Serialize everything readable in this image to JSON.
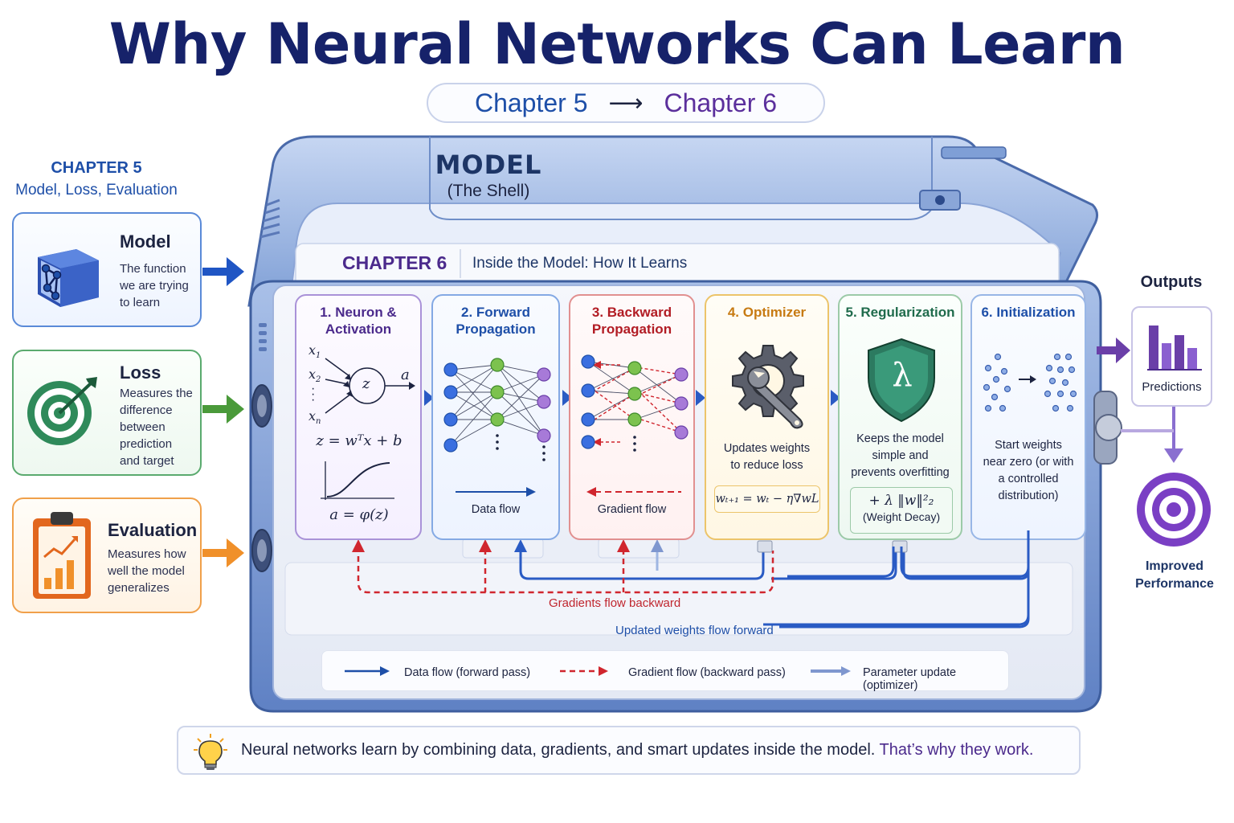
{
  "title": "Why Neural Networks Can Learn",
  "header": {
    "chapter_from": "Chapter 5",
    "arrow": "⟶",
    "chapter_to": "Chapter 6"
  },
  "chapter5": {
    "heading": "CHAPTER 5",
    "subheading": "Model, Loss, Evaluation",
    "cards": [
      {
        "title": "Model",
        "desc": [
          "The function",
          "we are trying",
          "to learn"
        ],
        "icon": "cube-network-icon"
      },
      {
        "title": "Loss",
        "desc": [
          "Measures the",
          "difference",
          "between",
          "prediction",
          "and target"
        ],
        "icon": "target-icon"
      },
      {
        "title": "Evaluation",
        "desc": [
          "Measures how",
          "well the model",
          "generalizes"
        ],
        "icon": "clipboard-chart-icon"
      }
    ]
  },
  "model": {
    "title": "MODEL",
    "subtitle": "(The Shell)"
  },
  "chapter6": {
    "heading": "CHAPTER 6",
    "subheading": "Inside the Model: How It Learns"
  },
  "steps": [
    {
      "title": "1. Neuron &",
      "title2": "Activation",
      "formula1": "z = wᵀx + b",
      "formula2": "a = φ(z)",
      "x1": "x",
      "x2": "x",
      "xn": "x",
      "z": "z",
      "a": "a",
      "sub1": "1",
      "sub2": "2",
      "subn": "n"
    },
    {
      "title": "2. Forward",
      "title2": "Propagation",
      "caption": "Data flow"
    },
    {
      "title": "3. Backward",
      "title2": "Propagation",
      "caption": "Gradient flow"
    },
    {
      "title": "4. Optimizer",
      "desc": [
        "Updates weights",
        "to reduce loss"
      ],
      "formula": "wₜ₊₁ = wₜ − η∇wL",
      "icon": "gear-wrench-icon"
    },
    {
      "title": "5. Regularization",
      "desc": [
        "Keeps the model",
        "simple and",
        "prevents overfitting"
      ],
      "formula": "+ λ ‖w‖²₂",
      "formula_note": "(Weight Decay)",
      "symbol": "λ",
      "icon": "shield-lambda-icon"
    },
    {
      "title": "6. Initialization",
      "desc": [
        "Start weights",
        "near zero (or with",
        "a controlled",
        "distribution)"
      ],
      "icon": "scatter-dots-icon"
    }
  ],
  "flows": {
    "gradients": "Gradients flow backward",
    "updates": "Updated weights flow forward"
  },
  "legend": [
    {
      "label": "Data flow (forward pass)",
      "color": "#1e4fa8"
    },
    {
      "label": "Gradient flow (backward pass)",
      "color": "#d0262e"
    },
    {
      "label": "Parameter update (optimizer)",
      "color": "#7f97cf"
    }
  ],
  "outputs": {
    "title": "Outputs",
    "predictions": "Predictions",
    "improved": [
      "Improved",
      "Performance"
    ]
  },
  "footer": {
    "text": "Neural networks learn by combining data, gradients, and smart updates inside the model.",
    "emphasis": "That’s why they work."
  },
  "colors": {
    "navy": "#16226a",
    "blue": "#1e4fa8",
    "purple": "#5b2f9c",
    "red": "#c0262e",
    "green": "#1f6b4c",
    "orange": "#f0902a"
  }
}
